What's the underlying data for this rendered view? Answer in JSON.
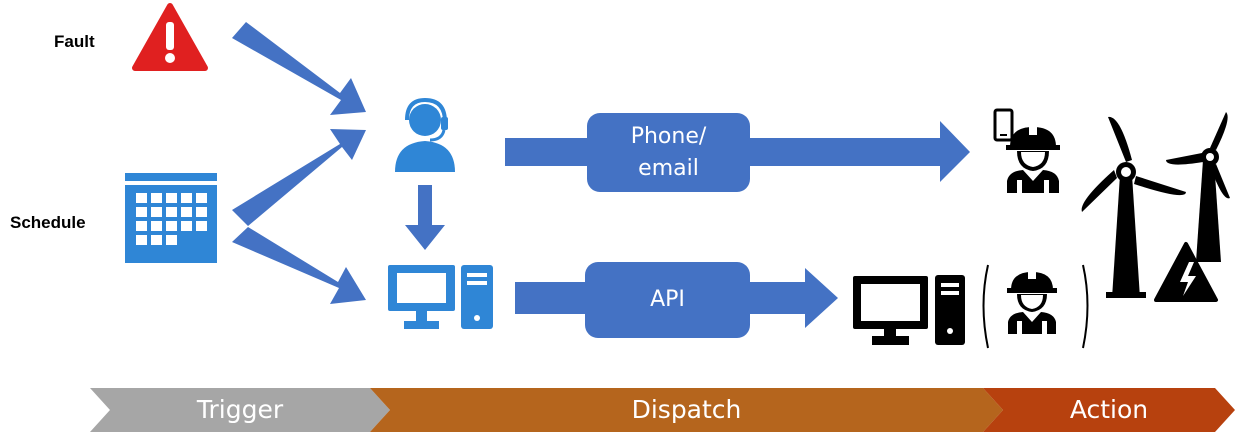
{
  "triggers": {
    "fault_label": "Fault",
    "schedule_label": "Schedule"
  },
  "channels": {
    "phone_line1": "Phone/",
    "phone_line2": "email",
    "api_label": "API"
  },
  "phases": {
    "trigger": "Trigger",
    "dispatch": "Dispatch",
    "action": "Action"
  },
  "colors": {
    "arrow_blue": "#4472c4",
    "icon_blue": "#2f86d6",
    "trigger_gray": "#a6a6a6",
    "dispatch_brown": "#b5651d",
    "action_red": "#b7410e",
    "alert_red": "#e02020"
  }
}
